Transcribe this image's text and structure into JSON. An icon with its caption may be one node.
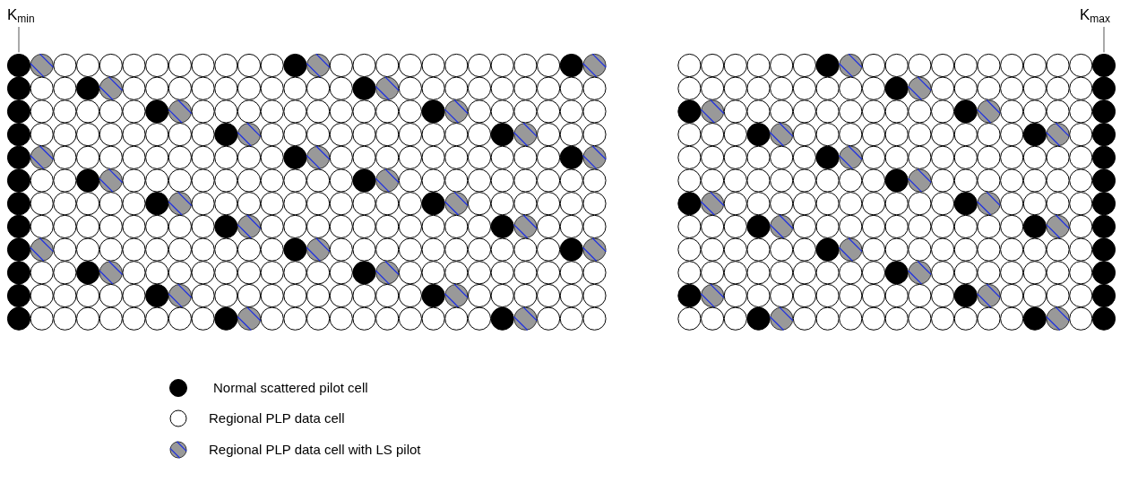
{
  "diagram": {
    "nodes": [
      {
        "text": [
          "K$_{min}$"
        ]
      },
      {
        "text": [],
        "shape": "circle"
      },
      {
        "text": [
          "K$_{max}$"
        ]
      },
      {
        "text": [],
        "shape": "circle"
      }
    ],
    "edges": [
      {
        "from": 0,
        "to": 1,
        "arrow": "none"
      },
      {
        "from": 2,
        "to": 3,
        "arrow": "none"
      }
    ],
    "legend": [
      {
        "text": "Normal scattered pilot cell",
        "color": "#000000"
      },
      {
        "text": "Regional PLP data cell"
      },
      {
        "text": "Regional PLP data cell with LS pilot"
      }
    ]
  }
}
